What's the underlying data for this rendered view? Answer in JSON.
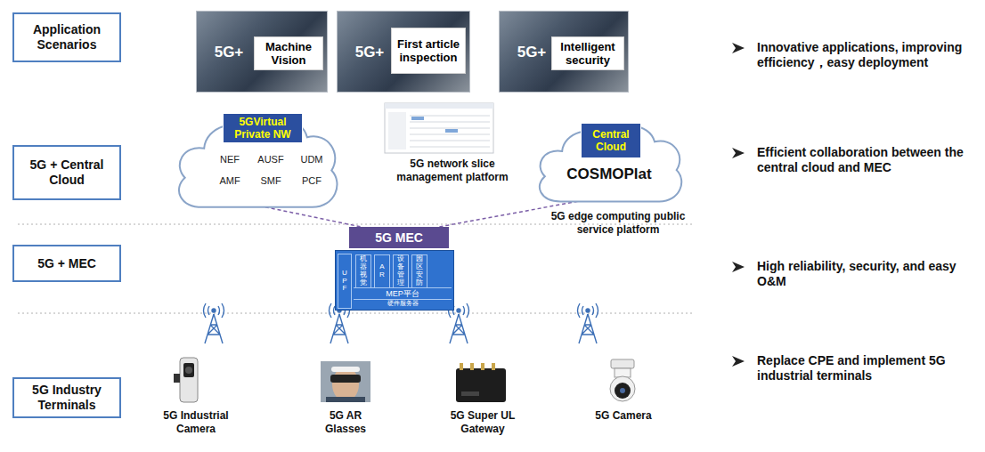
{
  "diagram": {
    "nodes": [
      {
        "text": [
          "Application Scenarios"
        ]
      },
      {
        "text": [
          "5G+"
        ]
      },
      {
        "text": [
          "Machine Vision"
        ],
        "in": 1
      },
      {
        "text": [
          "5G+"
        ]
      },
      {
        "text": [
          "First article inspection"
        ],
        "in": 3
      },
      {
        "text": [
          "5G+"
        ]
      },
      {
        "text": [
          "Intelligent security"
        ],
        "in": 5
      },
      {
        "text": [
          "5G + Central Cloud"
        ]
      },
      {
        "text": [
          "NEF",
          "AUSF",
          "UDM",
          "AMF",
          "SMF",
          "PCF"
        ]
      },
      {
        "text": [
          "5GVirtual Private NW"
        ],
        "in": 8
      },
      {
        "text": [
          "COSMOPlat"
        ]
      },
      {
        "text": [
          "Central Cloud"
        ],
        "in": 10
      },
      {
        "text": [
          "5G + MEC"
        ]
      },
      {
        "text": [
          "5G MEC"
        ]
      },
      {
        "text": [
          "MEP平台",
          "硬件服务器"
        ]
      },
      {
        "text": [
          "UPF"
        ],
        "in": 14
      },
      {
        "text": [
          "机器视觉"
        ],
        "in": 14
      },
      {
        "text": [
          "AR"
        ],
        "in": 14
      },
      {
        "text": [
          "设备管理"
        ],
        "in": 14
      },
      {
        "text": [
          "园区安防"
        ],
        "in": 14
      },
      {
        "text": [
          "5G Industry Terminals"
        ]
      }
    ],
    "edges": [
      {
        "from": 8,
        "to": 13,
        "arrow": "none"
      },
      {
        "from": 10,
        "to": 13,
        "arrow": "none"
      }
    ],
    "labels": [
      "5G network slice management platform",
      "5G edge computing public service platform",
      "5G Industrial Camera",
      "5G AR Glasses",
      "5G Super UL Gateway",
      "5G Camera",
      "Innovative applications, improving efficiency，easy deployment",
      "Efficient collaboration between the central cloud and MEC",
      "High reliability, security, and easy O&M",
      "Replace CPE and implement 5G industrial terminals"
    ]
  }
}
